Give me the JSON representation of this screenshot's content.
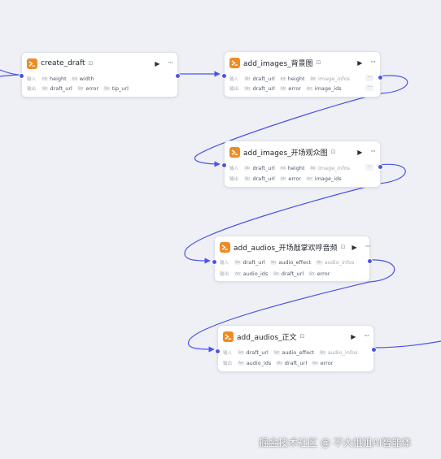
{
  "canvas": {
    "background": "#eef0f5",
    "edge_color": "#4d53e8",
    "node_icon_color": "#f08a24"
  },
  "nodes": [
    {
      "title": "create_draft",
      "badge": "⊡",
      "input_label": "输入",
      "output_label": "输出",
      "inputs": [
        {
          "type": "Int",
          "name": "height"
        },
        {
          "type": "Int",
          "name": "width"
        }
      ],
      "outputs": [
        {
          "type": "Str",
          "name": "draft_url"
        },
        {
          "type": "Str",
          "name": "error"
        },
        {
          "type": "Str",
          "name": "tip_url"
        }
      ]
    },
    {
      "title": "add_images_背景图",
      "badge": "⊡",
      "input_label": "输入",
      "output_label": "输出",
      "inputs": [
        {
          "type": "Str",
          "name": "draft_url"
        },
        {
          "type": "Int",
          "name": "height"
        },
        {
          "type": "Str",
          "name": "image_infos"
        }
      ],
      "outputs": [
        {
          "type": "Str",
          "name": "draft_url"
        },
        {
          "type": "Str",
          "name": "error"
        },
        {
          "type": "Arr",
          "name": "image_ids"
        }
      ]
    },
    {
      "title": "add_images_开场观众图",
      "badge": "⊡",
      "input_label": "输入",
      "output_label": "输出",
      "inputs": [
        {
          "type": "Str",
          "name": "draft_url"
        },
        {
          "type": "Int",
          "name": "height"
        },
        {
          "type": "Str",
          "name": "image_infos"
        }
      ],
      "outputs": [
        {
          "type": "Str",
          "name": "draft_url"
        },
        {
          "type": "Str",
          "name": "error"
        },
        {
          "type": "Arr",
          "name": "image_ids"
        }
      ]
    },
    {
      "title": "add_audios_开场敲掌欢呼音频",
      "badge": "⊡",
      "input_label": "输入",
      "output_label": "输出",
      "inputs": [
        {
          "type": "Str",
          "name": "draft_url"
        },
        {
          "type": "Str",
          "name": "audio_effect"
        },
        {
          "type": "Str",
          "name": "audio_infos"
        }
      ],
      "outputs": [
        {
          "type": "Arr",
          "name": "audio_ids"
        },
        {
          "type": "Str",
          "name": "draft_url"
        },
        {
          "type": "Str",
          "name": "error"
        }
      ]
    },
    {
      "title": "add_audios_正文",
      "badge": "⊡",
      "input_label": "输入",
      "output_label": "输出",
      "inputs": [
        {
          "type": "Str",
          "name": "draft_url"
        },
        {
          "type": "Str",
          "name": "audio_effect"
        },
        {
          "type": "Str",
          "name": "audio_infos"
        }
      ],
      "outputs": [
        {
          "type": "Arr",
          "name": "audio_ids"
        },
        {
          "type": "Str",
          "name": "draft_url"
        },
        {
          "type": "Str",
          "name": "error"
        }
      ]
    }
  ],
  "controls": {
    "run_glyph": "▶",
    "more_glyph": "···",
    "mini_more_glyph": "···"
  },
  "watermark": "掘金技术社区 @ 不大姐姐AI智能体"
}
